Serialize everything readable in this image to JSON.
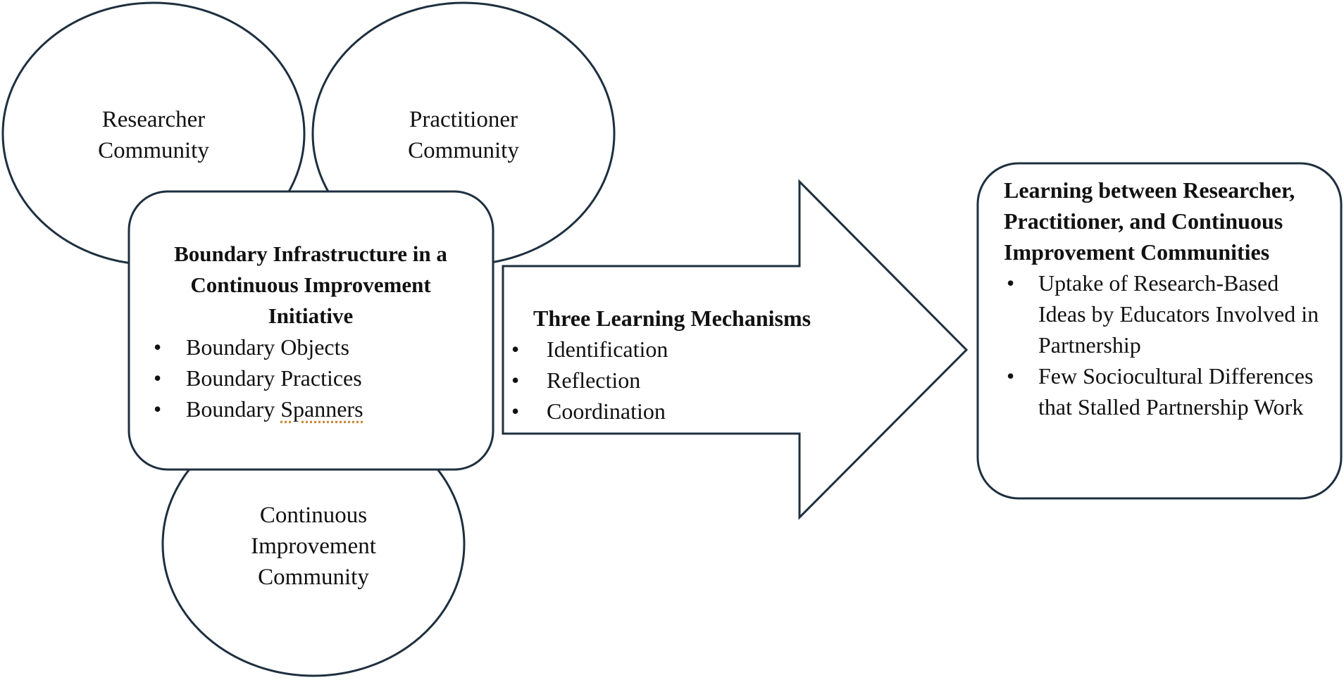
{
  "communities": {
    "researcher": "Researcher\nCommunity",
    "practitioner": "Practitioner\nCommunity",
    "continuous": "Continuous\nImprovement\nCommunity"
  },
  "infrastructure": {
    "title": "Boundary Infrastructure in a Continuous Improvement Initiative",
    "items": [
      "Boundary Objects",
      "Boundary Practices",
      "Boundary Spanners"
    ]
  },
  "mechanisms": {
    "title": "Three Learning Mechanisms",
    "items": [
      "Identification",
      "Reflection",
      "Coordination"
    ]
  },
  "outcomes": {
    "title": "Learning between Researcher, Practitioner, and Continuous Improvement Communities",
    "items": [
      "Uptake of Research-Based Ideas by Educators Involved in Partnership",
      "Few Sociocultural Differences that Stalled Partnership Work"
    ]
  },
  "bullet": "•",
  "colors": {
    "stroke": "#1e2f3f",
    "fill": "#ffffff",
    "text": "#111111",
    "spell_underline": "#c78a3a"
  }
}
